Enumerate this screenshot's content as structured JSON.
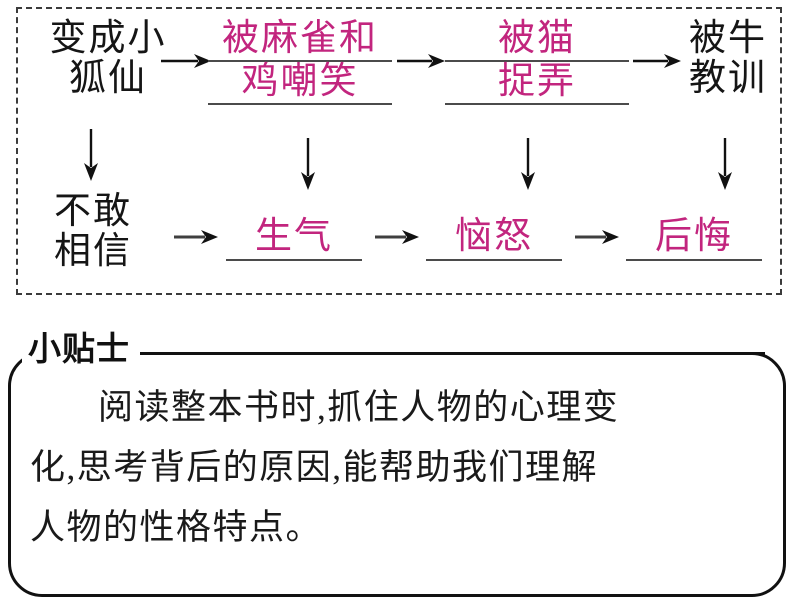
{
  "colors": {
    "pink": "#c2257e",
    "ink": "#151515",
    "rule": "#4b4b4b",
    "border": "#3b3b3b"
  },
  "flow": {
    "row_top": [
      {
        "id": "cell-become-fox",
        "lines": [
          "变成小",
          "狐仙"
        ],
        "color": "black",
        "underlined": false
      },
      {
        "id": "cell-mocked",
        "lines": [
          "被麻雀和",
          "鸡嘲笑"
        ],
        "color": "pink",
        "underlined": true
      },
      {
        "id": "cell-teased-cat",
        "lines": [
          "被猫",
          "捉弄"
        ],
        "color": "pink",
        "underlined": true
      },
      {
        "id": "cell-taught-ox",
        "lines": [
          "被牛",
          "教训"
        ],
        "color": "black",
        "underlined": false
      }
    ],
    "row_bottom": [
      {
        "id": "cell-disbelief",
        "lines": [
          "不敢",
          "相信"
        ],
        "color": "black",
        "underlined": false
      },
      {
        "id": "cell-angry",
        "lines": [
          "生气"
        ],
        "color": "pink",
        "underlined": true
      },
      {
        "id": "cell-furious",
        "lines": [
          "恼怒"
        ],
        "color": "pink",
        "underlined": true
      },
      {
        "id": "cell-regret",
        "lines": [
          "后悔"
        ],
        "color": "pink",
        "underlined": true
      }
    ]
  },
  "tip": {
    "label": "小贴士",
    "lines": [
      "阅读整本书时,抓住人物的心理变",
      "化,思考背后的原因,能帮助我们理解",
      "人物的性格特点。"
    ]
  }
}
